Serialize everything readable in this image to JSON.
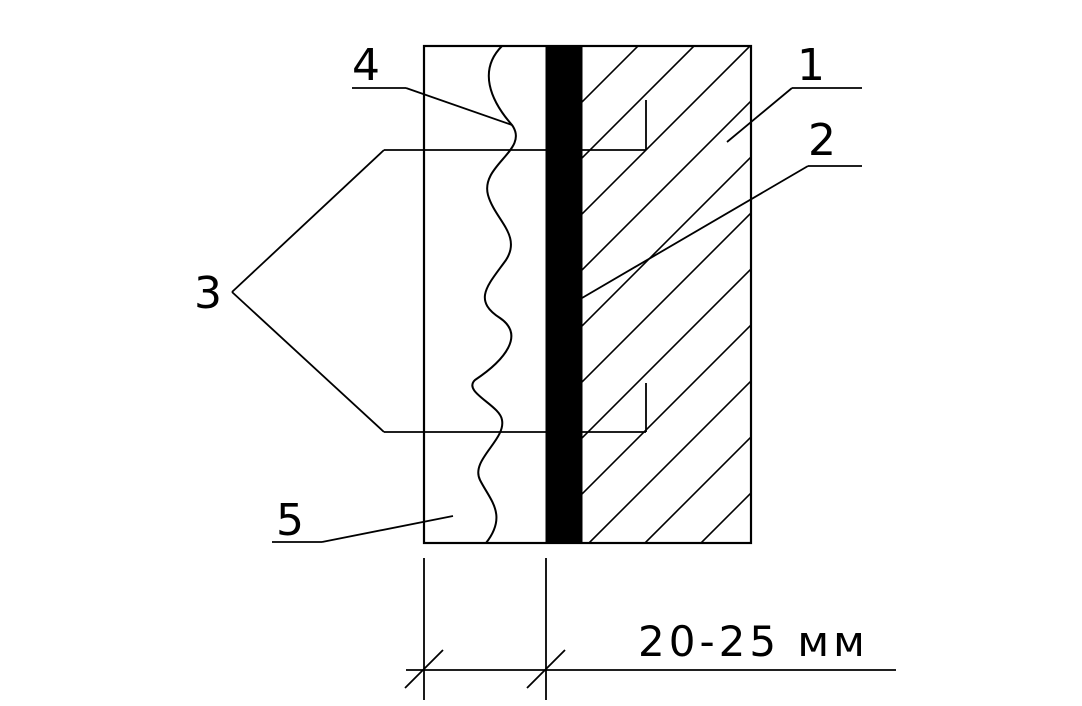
{
  "callouts": {
    "c1": "1",
    "c2": "2",
    "c3": "3",
    "c4": "4",
    "c5": "5"
  },
  "dimension": {
    "text": "20-25 мм"
  },
  "colors": {
    "line": "#000000",
    "background": "#ffffff",
    "barrier": "#000000"
  }
}
